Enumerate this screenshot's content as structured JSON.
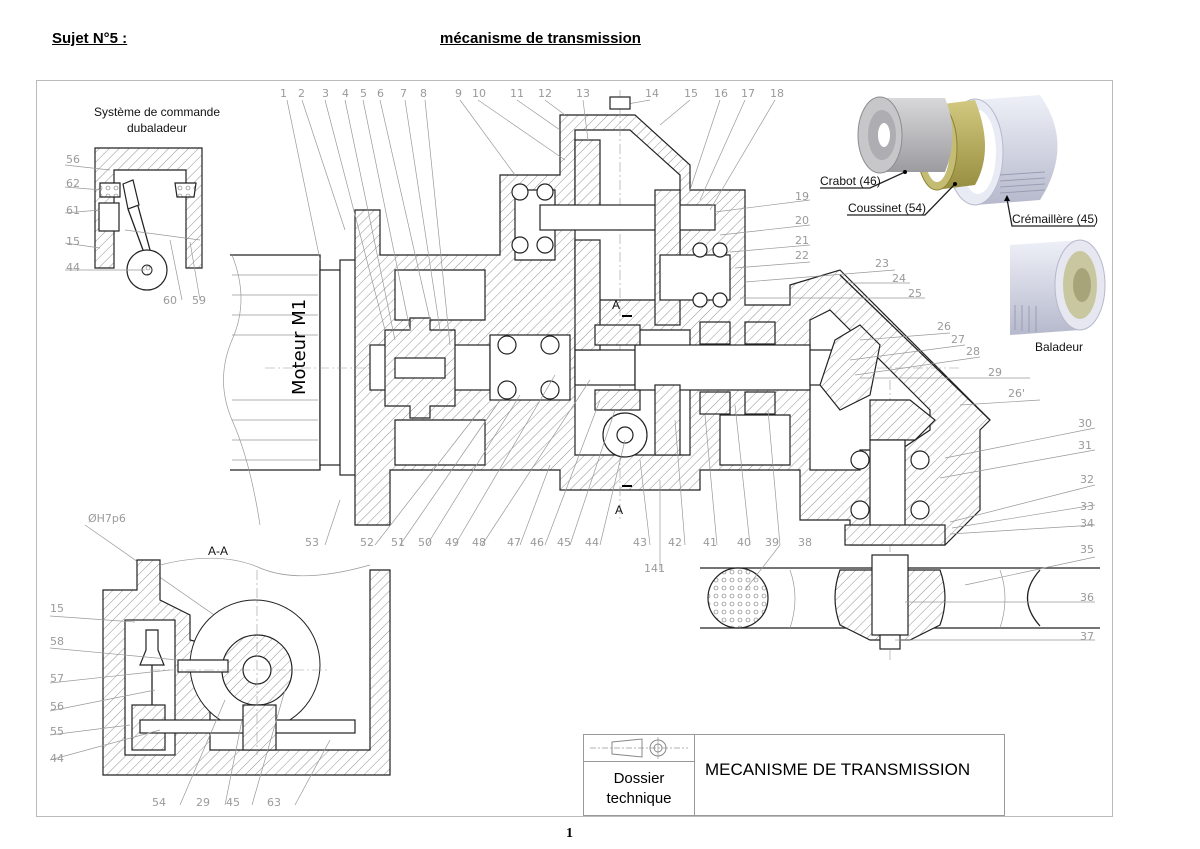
{
  "header": {
    "subject": "Sujet N°5 :",
    "title": "mécanisme de transmission"
  },
  "main_view": {
    "motor_label": "Moteur M1",
    "section_marks": [
      "A",
      "A"
    ],
    "part_numbers_top": [
      "1",
      "2",
      "3",
      "4",
      "5",
      "6",
      "7",
      "8",
      "9",
      "10",
      "11",
      "12",
      "13",
      "14",
      "15",
      "16",
      "17",
      "18"
    ],
    "part_numbers_right": [
      "19",
      "20",
      "21",
      "22",
      "23",
      "24",
      "25",
      "26",
      "27",
      "28",
      "29",
      "26'",
      "30",
      "31",
      "32",
      "33",
      "34",
      "35",
      "36",
      "37"
    ],
    "part_numbers_bottom": [
      "53",
      "52",
      "51",
      "50",
      "49",
      "48",
      "47",
      "46",
      "45",
      "44",
      "43",
      "141",
      "42",
      "41",
      "40",
      "39",
      "38"
    ]
  },
  "control_system_view": {
    "title_line1": "Système de commande",
    "title_line2": "dubaladeur",
    "part_numbers": [
      "56",
      "62",
      "61",
      "15",
      "44",
      "60",
      "59"
    ]
  },
  "section_view": {
    "title": "A-A",
    "fit_annotation": "ØH7p6",
    "part_numbers_left": [
      "15",
      "58",
      "57",
      "56",
      "55",
      "44"
    ],
    "part_numbers_bottom": [
      "54",
      "29",
      "45",
      "63"
    ]
  },
  "exploded_view": {
    "labels": [
      "Crabot (46)",
      "Coussinet (54)",
      "Crémaillère (45)"
    ],
    "baladeur_label": "Baladeur",
    "colors": {
      "crabot": "#b9b9bd",
      "coussinet": "#b7ae63",
      "cremaillere": "#d9dbe8",
      "baladeur_inner": "#c9c7a0"
    }
  },
  "title_block": {
    "dossier_line1": "Dossier",
    "dossier_line2": "technique",
    "name": "MECANISME DE TRANSMISSION"
  },
  "footer": {
    "page_number": "1"
  }
}
